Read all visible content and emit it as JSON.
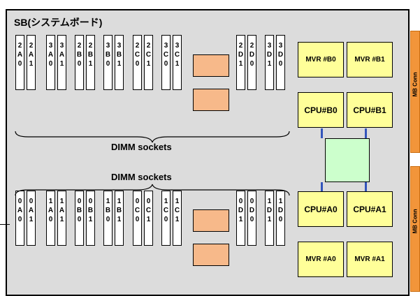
{
  "board_title": "SB(システムボード)",
  "dimm_caption_top": "DIMM sockets",
  "dimm_caption_bottom": "DIMM sockets",
  "top_sockets": [
    {
      "label": "2\nA\n0"
    },
    {
      "label": "2\nA\n1"
    },
    {
      "label": "3\nA\n0"
    },
    {
      "label": "3\nA\n1"
    },
    {
      "label": "2\nB\n0"
    },
    {
      "label": "2\nB\n1"
    },
    {
      "label": "3\nB\n0"
    },
    {
      "label": "3\nB\n1"
    },
    {
      "label": "2\nC\n0"
    },
    {
      "label": "2\nC\n1"
    },
    {
      "label": "3\nC\n0"
    },
    {
      "label": "3\nC\n1"
    },
    {
      "label": "2\nD\n1"
    },
    {
      "label": "2\nD\n0"
    },
    {
      "label": "3\nD\n1"
    },
    {
      "label": "3\nD\n0"
    }
  ],
  "bottom_sockets": [
    {
      "label": "0\nA\n0"
    },
    {
      "label": "0\nA\n1"
    },
    {
      "label": "1\nA\n0"
    },
    {
      "label": "1\nA\n1"
    },
    {
      "label": "0\nB\n0"
    },
    {
      "label": "0\nB\n1"
    },
    {
      "label": "1\nB\n0"
    },
    {
      "label": "1\nB\n1"
    },
    {
      "label": "0\nC\n0"
    },
    {
      "label": "0\nC\n1"
    },
    {
      "label": "1\nC\n0"
    },
    {
      "label": "1\nC\n1"
    },
    {
      "label": "0\nD\n1"
    },
    {
      "label": "0\nD\n0"
    },
    {
      "label": "1\nD\n1"
    },
    {
      "label": "1\nD\n0"
    }
  ],
  "chips": {
    "mvr_b0": "MVR #B0",
    "mvr_b1": "MVR #B1",
    "cpu_b0": "CPU#B0",
    "cpu_b1": "CPU#B1",
    "cpu_a0": "CPU#A0",
    "cpu_a1": "CPU#A1",
    "mvr_a0": "MVR #A0",
    "mvr_a1": "MVR #A1"
  },
  "edge_top_label": "MB Conn",
  "edge_bottom_label": "MB Conn",
  "colors": {
    "board": "#dcdcdc",
    "chip": "#ffff99",
    "hub": "#ccffcc",
    "pad": "#f7b98a",
    "connector": "#f2953a",
    "link": "#3355bb"
  }
}
